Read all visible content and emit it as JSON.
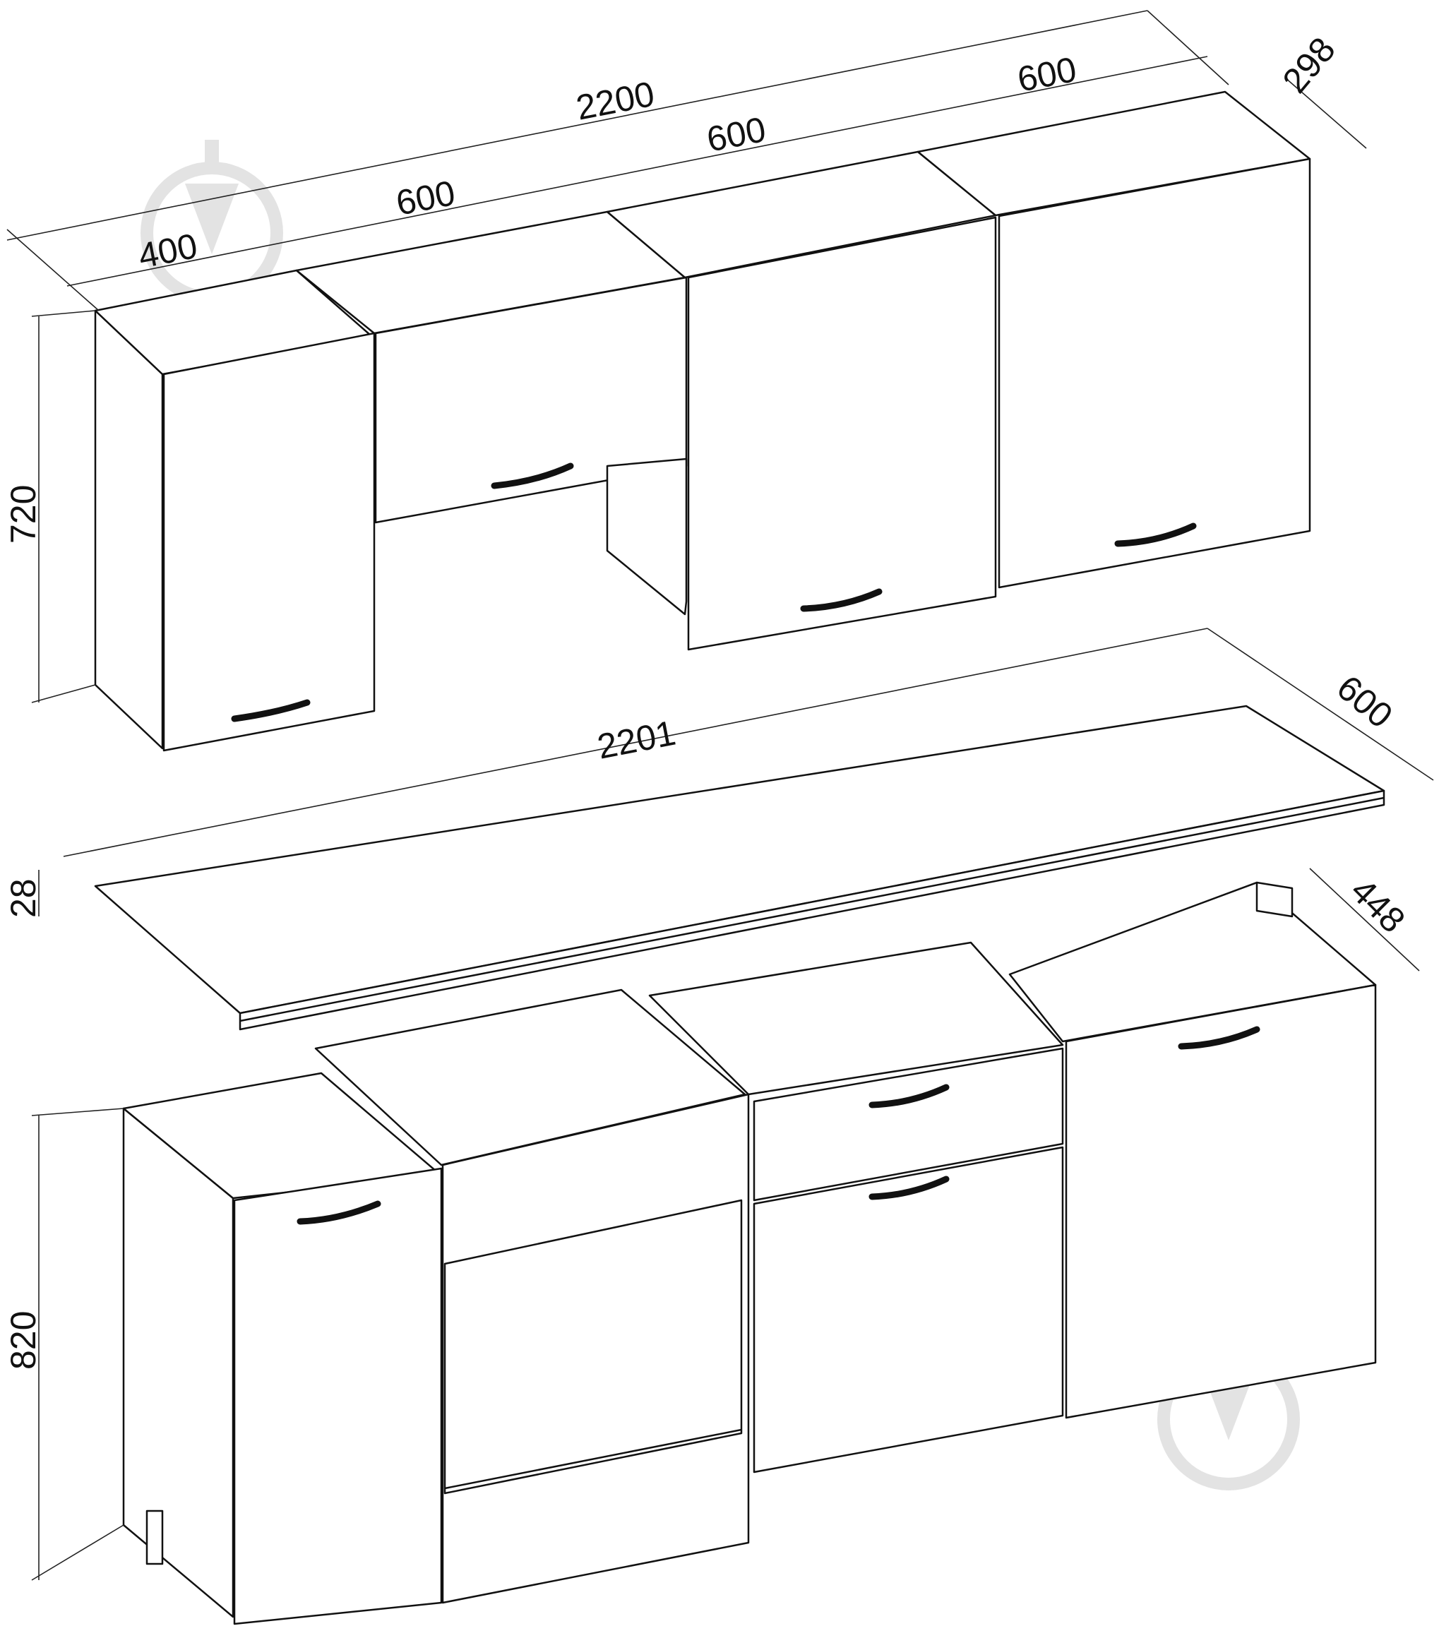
{
  "drawing": {
    "upper_cabinets": {
      "total_width": "2200",
      "widths": [
        "400",
        "600",
        "600",
        "600"
      ],
      "depth": "298",
      "height": "720"
    },
    "countertop": {
      "length": "2201",
      "depth": "600",
      "thickness": "28"
    },
    "base_cabinets": {
      "depth": "448",
      "height": "820"
    },
    "colors": {
      "line": "#111111",
      "watermark": "#e3e3e3",
      "background": "#ffffff"
    },
    "icons": [
      "brand-watermark-icon",
      "brand-watermark-icon"
    ]
  }
}
